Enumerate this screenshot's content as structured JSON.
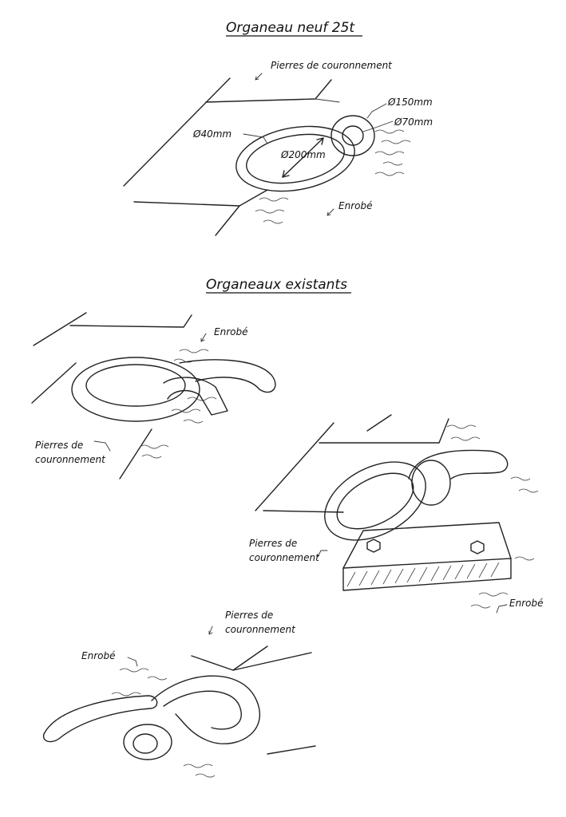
{
  "titles": {
    "new": "Organeau neuf 25t",
    "existing": "Organeaux existants"
  },
  "labels": {
    "pierres": "Pierres de couronnement",
    "pierres_line1": "Pierres de",
    "pierres_line2": "couronnement",
    "enrobe": "Enrobé",
    "d150": "Ø150mm",
    "d70": "Ø70mm",
    "d40": "Ø40mm",
    "d200": "Ø200mm"
  }
}
